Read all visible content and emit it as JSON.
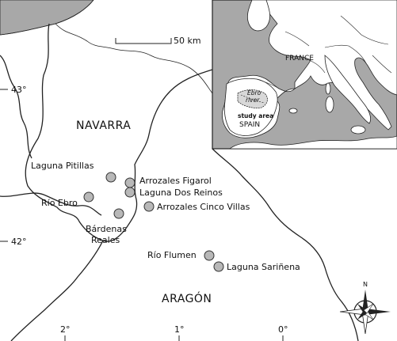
{
  "regions": {
    "navarra": "NAVARRA",
    "aragon": "ARAGÓN"
  },
  "sites": [
    {
      "key": "laguna_pitillas",
      "label": "Laguna Pitillas"
    },
    {
      "key": "rio_ebro",
      "label": "Río Ebro"
    },
    {
      "key": "bardenas",
      "label_line1": "Bárdenas",
      "label_line2": "Reales"
    },
    {
      "key": "arrozales_figarol",
      "label": "Arrozales Figarol"
    },
    {
      "key": "laguna_dos_reinos",
      "label": "Laguna Dos Reinos"
    },
    {
      "key": "arrozales_cinco_villas",
      "label": "Arrozales Cinco Villas"
    },
    {
      "key": "rio_flumen",
      "label": "Río Flumen"
    },
    {
      "key": "laguna_sarinena",
      "label": "Laguna Sariñena"
    }
  ],
  "scale_bar": {
    "label": "50 km"
  },
  "latitude_ticks": [
    "43°",
    "42°"
  ],
  "longitude_ticks": [
    "2°",
    "1°",
    "0°"
  ],
  "north_arrow": {
    "label": "N"
  },
  "inset": {
    "france": "FRANCE",
    "spain": "SPAIN",
    "ebro_river_line1": "Ebro",
    "ebro_river_line2": "river",
    "study_area": "study area"
  },
  "colors": {
    "sea": "#a8a8a8",
    "land": "#ffffff",
    "inset_study_area": "#d8d8d8",
    "site_marker": "#b8b8b8"
  }
}
